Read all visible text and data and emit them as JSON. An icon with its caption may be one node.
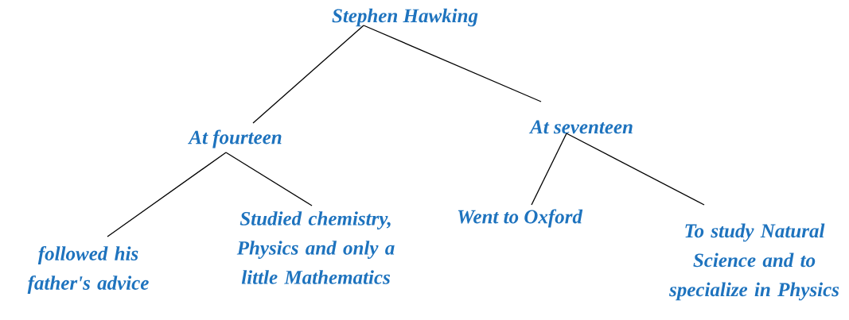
{
  "diagram": {
    "nodes": [
      {
        "text": [
          "Stephen Hawking"
        ]
      },
      {
        "text": [
          "At fourteen"
        ]
      },
      {
        "text": [
          "At seventeen"
        ]
      },
      {
        "text": [
          "followed his father's advice"
        ]
      },
      {
        "text": [
          "Studied chemistry, Physics and only a little Mathematics"
        ]
      },
      {
        "text": [
          "Went to Oxford"
        ]
      },
      {
        "text": [
          "To study Natural Science and to specialize in Physics"
        ]
      }
    ],
    "edges": [
      {
        "from": 0,
        "to": 1,
        "arrow": "none"
      },
      {
        "from": 0,
        "to": 2,
        "arrow": "none"
      },
      {
        "from": 1,
        "to": 3,
        "arrow": "none"
      },
      {
        "from": 1,
        "to": 4,
        "arrow": "none"
      },
      {
        "from": 2,
        "to": 5,
        "arrow": "none"
      },
      {
        "from": 2,
        "to": 6,
        "arrow": "none"
      }
    ]
  }
}
